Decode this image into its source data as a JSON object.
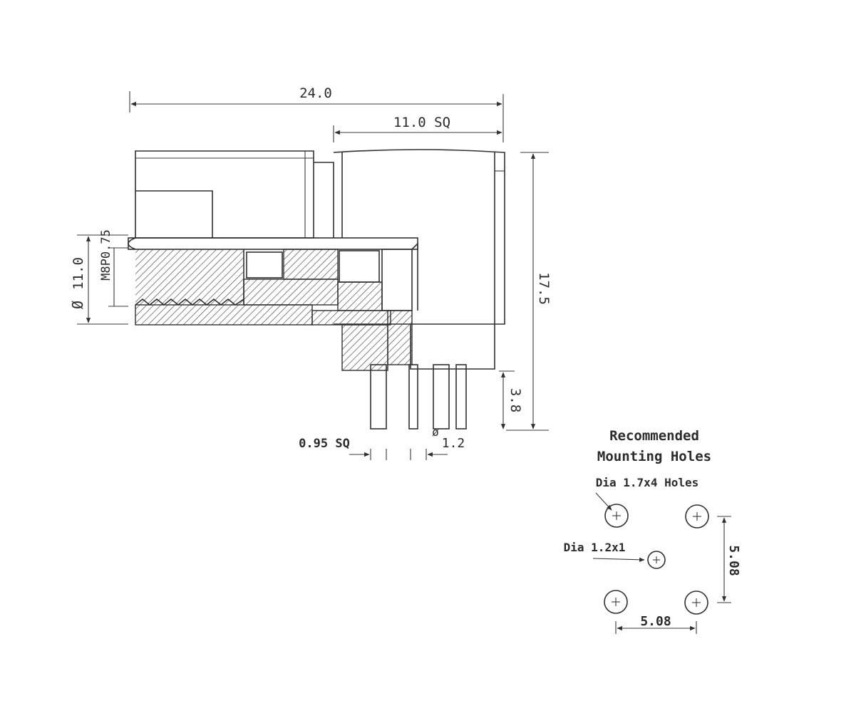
{
  "dimensions": {
    "overall_length": "24.0",
    "square_body": "11.0 SQ",
    "height": "17.5",
    "diameter_value": "11.0",
    "diameter_symbol": "Ø",
    "thread": "M8P0.75",
    "pin_length": "3.8",
    "pin_square": "0.95 SQ",
    "pin_dia_symbol": "ø",
    "pin_dia_value": "1.2"
  },
  "mounting": {
    "title_line1": "Recommended",
    "title_line2": "Mounting Holes",
    "holes_label": "Dia 1.7x4 Holes",
    "center_hole_label": "Dia 1.2x1",
    "spacing_vertical": "5.08",
    "spacing_horizontal": "5.08"
  },
  "colors": {
    "ink": "#2b2b2b",
    "paper": "#ffffff"
  }
}
